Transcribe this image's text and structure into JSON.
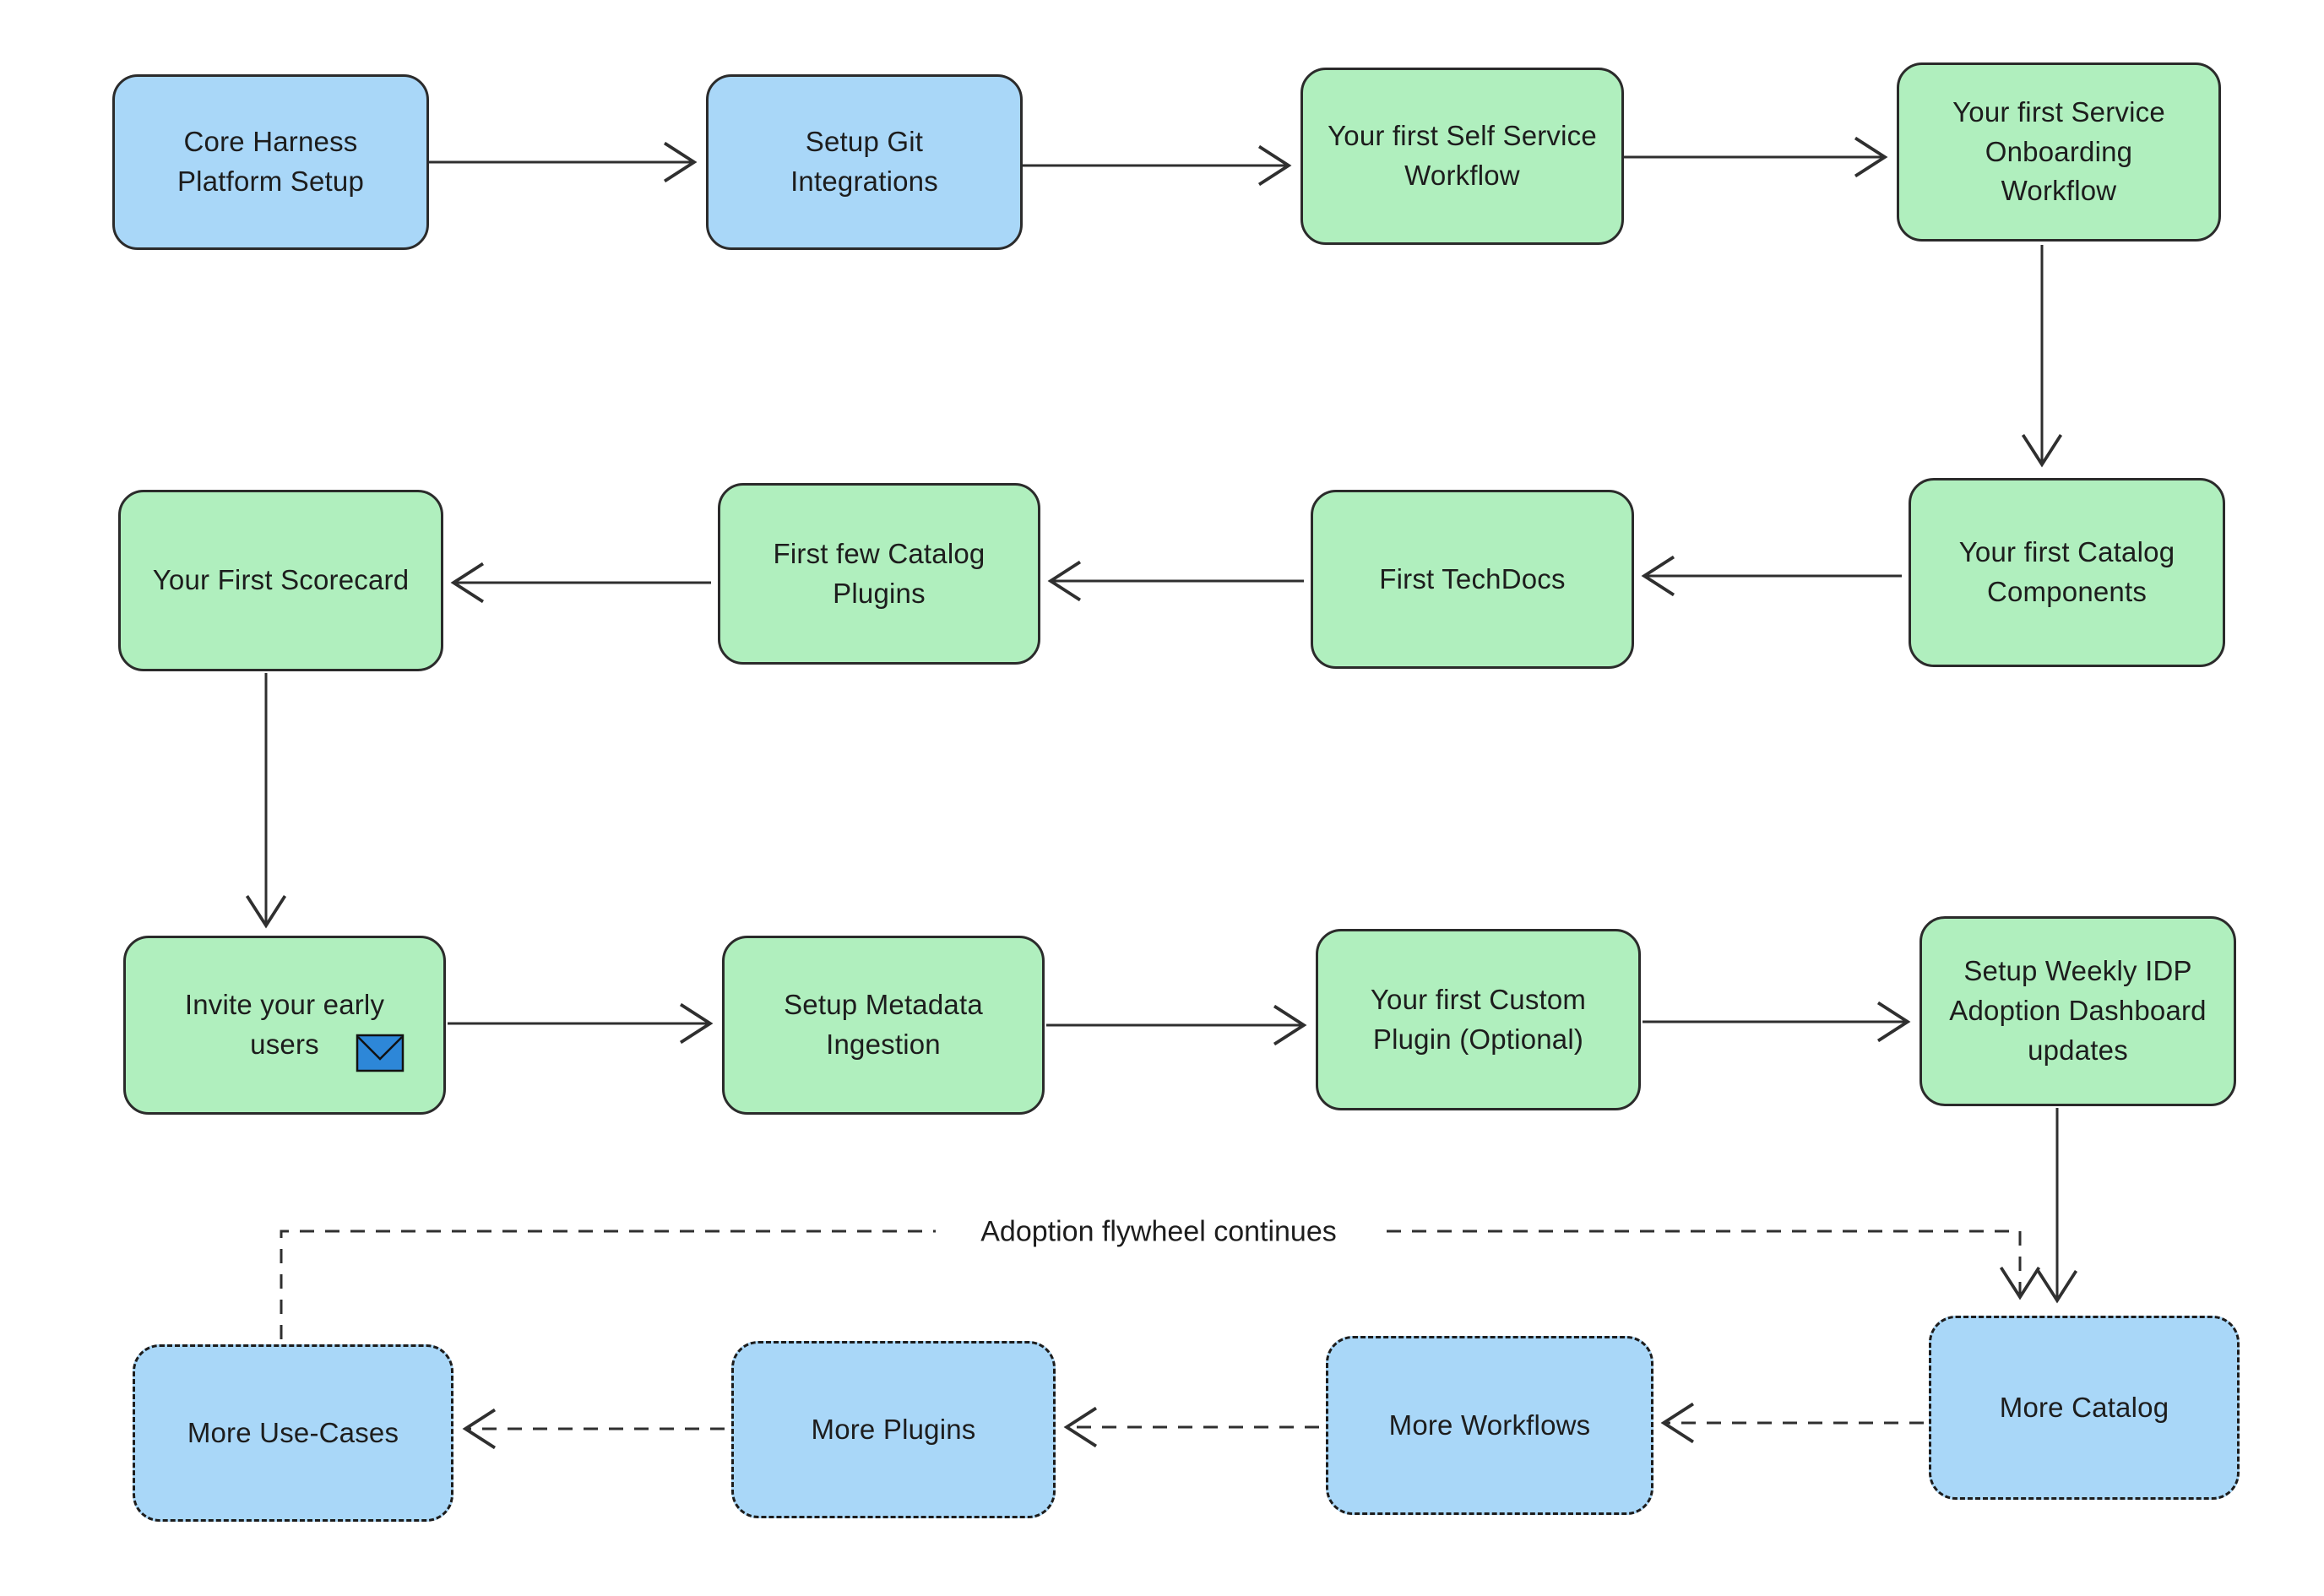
{
  "diagram": {
    "background": "#ffffff",
    "colors": {
      "blue_node_fill": "#a9d7f8",
      "green_node_fill": "#b0efbe",
      "node_border": "#2b2b2b",
      "dashed_node_border": "#1c1c1c",
      "arrow": "#2f2f2f",
      "text": "#1d1d1d",
      "envelope_fill": "#2d87d8"
    },
    "flywheel_label": "Adoption flywheel continues",
    "nodes": [
      {
        "id": "core-harness-platform-setup",
        "label": "Core Harness Platform Setup",
        "style": "blue-solid"
      },
      {
        "id": "setup-git-integrations",
        "label": "Setup Git Integrations",
        "style": "blue-solid"
      },
      {
        "id": "first-self-service-workflow",
        "label": "Your first Self Service Workflow",
        "style": "green-solid"
      },
      {
        "id": "first-service-onboarding-workflow",
        "label": "Your first Service Onboarding Workflow",
        "style": "green-solid"
      },
      {
        "id": "first-catalog-components",
        "label": "Your first Catalog Components",
        "style": "green-solid"
      },
      {
        "id": "first-techdocs",
        "label": "First TechDocs",
        "style": "green-solid"
      },
      {
        "id": "first-few-catalog-plugins",
        "label": "First few Catalog Plugins",
        "style": "green-solid"
      },
      {
        "id": "first-scorecard",
        "label": "Your First Scorecard",
        "style": "green-solid"
      },
      {
        "id": "invite-early-users",
        "label": "Invite your early users",
        "style": "green-solid",
        "icon": "envelope-icon"
      },
      {
        "id": "setup-metadata-ingestion",
        "label": "Setup Metadata Ingestion",
        "style": "green-solid"
      },
      {
        "id": "first-custom-plugin",
        "label": "Your first Custom Plugin (Optional)",
        "style": "green-solid"
      },
      {
        "id": "weekly-idp-adoption-dashboard",
        "label": "Setup Weekly IDP Adoption Dashboard updates",
        "style": "green-solid"
      },
      {
        "id": "more-catalog",
        "label": "More Catalog",
        "style": "blue-dashed"
      },
      {
        "id": "more-workflows",
        "label": "More Workflows",
        "style": "blue-dashed"
      },
      {
        "id": "more-plugins",
        "label": "More Plugins",
        "style": "blue-dashed"
      },
      {
        "id": "more-use-cases",
        "label": "More Use-Cases",
        "style": "blue-dashed"
      }
    ],
    "edges": [
      {
        "from": "core-harness-platform-setup",
        "to": "setup-git-integrations",
        "style": "solid"
      },
      {
        "from": "setup-git-integrations",
        "to": "first-self-service-workflow",
        "style": "solid"
      },
      {
        "from": "first-self-service-workflow",
        "to": "first-service-onboarding-workflow",
        "style": "solid"
      },
      {
        "from": "first-service-onboarding-workflow",
        "to": "first-catalog-components",
        "style": "solid"
      },
      {
        "from": "first-catalog-components",
        "to": "first-techdocs",
        "style": "solid"
      },
      {
        "from": "first-techdocs",
        "to": "first-few-catalog-plugins",
        "style": "solid"
      },
      {
        "from": "first-few-catalog-plugins",
        "to": "first-scorecard",
        "style": "solid"
      },
      {
        "from": "first-scorecard",
        "to": "invite-early-users",
        "style": "solid"
      },
      {
        "from": "invite-early-users",
        "to": "setup-metadata-ingestion",
        "style": "solid"
      },
      {
        "from": "setup-metadata-ingestion",
        "to": "first-custom-plugin",
        "style": "solid"
      },
      {
        "from": "first-custom-plugin",
        "to": "weekly-idp-adoption-dashboard",
        "style": "solid"
      },
      {
        "from": "weekly-idp-adoption-dashboard",
        "to": "more-catalog",
        "style": "solid"
      },
      {
        "from": "more-catalog",
        "to": "more-workflows",
        "style": "dashed"
      },
      {
        "from": "more-workflows",
        "to": "more-plugins",
        "style": "dashed"
      },
      {
        "from": "more-plugins",
        "to": "more-use-cases",
        "style": "dashed"
      },
      {
        "from": "more-use-cases",
        "to": "more-catalog",
        "style": "dashed",
        "label": "Adoption flywheel continues"
      }
    ]
  }
}
